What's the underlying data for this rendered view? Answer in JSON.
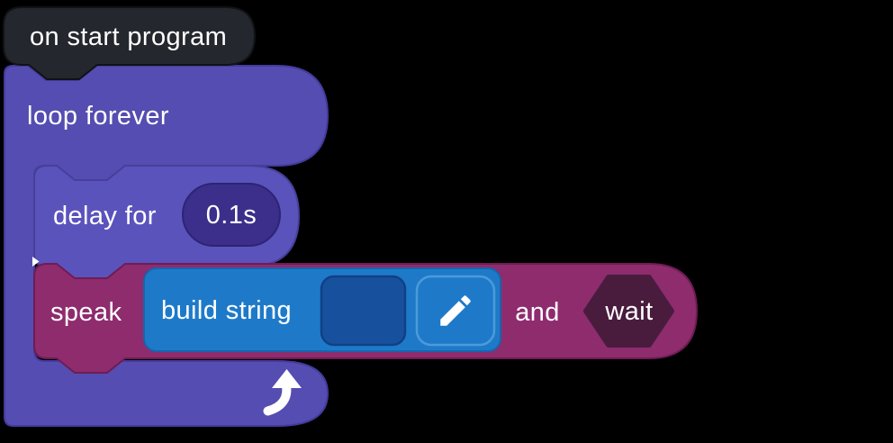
{
  "blocks": {
    "on_start": {
      "label": "on start program"
    },
    "loop_forever": {
      "label": "loop forever"
    },
    "delay": {
      "label": "delay for",
      "duration": "0.1s"
    },
    "speak": {
      "label": "speak",
      "conjunction": "and",
      "mode": "wait"
    },
    "build_string": {
      "label": "build string",
      "value": ""
    }
  },
  "icons": {
    "pencil": "edit-pencil",
    "loop_arrow": "curved-up-arrow",
    "caret": "insertion-caret"
  },
  "colors": {
    "background": "#000000",
    "hat_fill": "#24272D",
    "hat_stroke": "#101216",
    "loop_fill": "#554DB1",
    "loop_stroke": "#443B9C",
    "delay_fill": "#5B53BC",
    "delay_stroke": "#474099",
    "pill_fill": "#3B2F8B",
    "pill_stroke": "#2D2472",
    "speak_fill": "#8E2C6E",
    "speak_stroke": "#6E1C54",
    "build_fill": "#1E7AC9",
    "build_stroke": "#1566AE",
    "field_fill": "#17519E",
    "field_stroke": "#114084",
    "button_stroke": "#4C9AD9",
    "wait_fill": "#491C3E",
    "icon_white": "#FFFFFF"
  }
}
